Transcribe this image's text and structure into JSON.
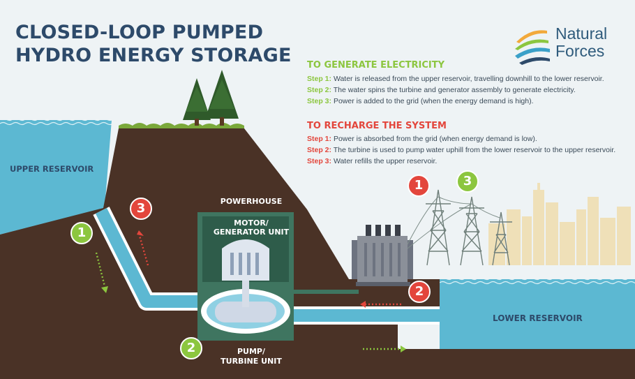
{
  "title": {
    "line1": "CLOSED-LOOP PUMPED",
    "line2": "HYDRO ENERGY STORAGE"
  },
  "logo": {
    "line1": "Natural",
    "line2": "Forces",
    "icon": "layered-hills-logo-icon"
  },
  "generate": {
    "heading": "TO GENERATE ELECTRICITY",
    "steps": [
      {
        "label": "Step 1:",
        "text": "Water is released from the upper reservoir, travelling downhill to the lower reservoir."
      },
      {
        "label": "Step 2:",
        "text": "The water spins the turbine and generator assembly to generate electricity."
      },
      {
        "label": "Step 3:",
        "text": "Power is added to the grid (when the energy demand is high)."
      }
    ]
  },
  "recharge": {
    "heading": "TO RECHARGE THE SYSTEM",
    "steps": [
      {
        "label": "Step 1:",
        "text": "Power is absorbed from the grid (when energy demand is low)."
      },
      {
        "label": "Step 2:",
        "text": "The turbine is used to pump water uphill from the lower reservoir to the upper reservoir."
      },
      {
        "label": "Step 3:",
        "text": "Water refills the upper reservoir."
      }
    ]
  },
  "labels": {
    "upper_reservoir": "UPPER RESERVOIR",
    "lower_reservoir": "LOWER RESERVOIR",
    "powerhouse": "POWERHOUSE",
    "motor_line1": "MOTOR/",
    "motor_line2": "GENERATOR UNIT",
    "pump_line1": "PUMP/",
    "pump_line2": "TURBINE UNIT"
  },
  "badges": {
    "green_1": "1",
    "green_2": "2",
    "green_3": "3",
    "red_1": "1",
    "red_2": "2",
    "red_3": "3"
  },
  "colors": {
    "generate_green": "#8cc63f",
    "recharge_red": "#e3463c",
    "water": "#5cb8d2",
    "earth": "#4a3226",
    "sky": "#eef3f5",
    "title_navy": "#2d4a6a",
    "powerhouse_green": "#3f7560"
  }
}
